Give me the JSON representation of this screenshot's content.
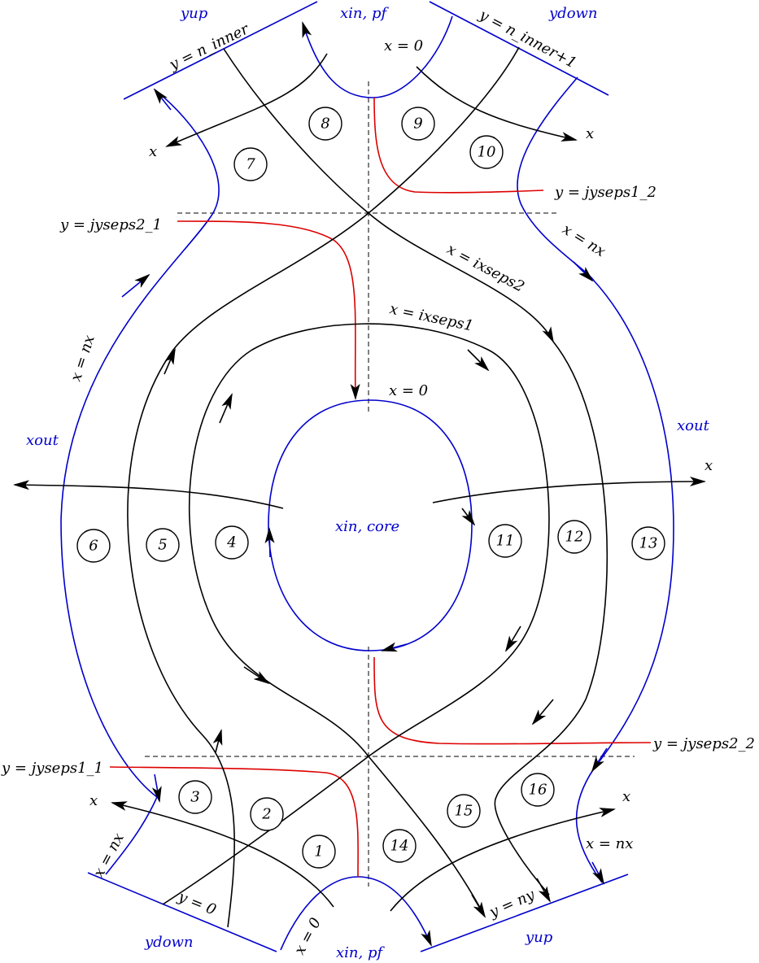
{
  "labels": {
    "yup_top": "yup",
    "xin_pf_top": "xin, pf",
    "ydown_top": "ydown",
    "y_n_inner": "y = n_inner",
    "y_n_inner_plus1": "y = n_inner+1",
    "x0_top": "x = 0",
    "x_top_left": "x",
    "x_top_right": "x",
    "y_jyseps1_2": "y = jyseps1_2",
    "y_jyseps2_1": "y = jyseps2_1",
    "x_nx_right_upper": "x = nx",
    "x_ixseps2": "x = ixseps2",
    "x_ixseps1": "x = ixseps1",
    "x_nx_left": "x = nx",
    "x0_core": "x = 0",
    "xout_left": "xout",
    "xout_right": "xout",
    "x_mid_right": "x",
    "xin_core": "xin, core",
    "y_jyseps2_2": "y = jyseps2_2",
    "y_jyseps1_1": "y = jyseps1_1",
    "x_bottom_left": "x",
    "x_nx_bottom_left": "x = nx",
    "x_bottom_right": "x",
    "x_nx_bottom_right": "x = nx",
    "y0_bottom": "y = 0",
    "x0_bottom": "x = 0",
    "y_ny": "y = ny",
    "ydown_bottom": "ydown",
    "xin_pf_bottom": "xin, pf",
    "yup_bottom": "yup"
  },
  "regions": [
    {
      "id": "1",
      "label": "1"
    },
    {
      "id": "2",
      "label": "2"
    },
    {
      "id": "3",
      "label": "3"
    },
    {
      "id": "4",
      "label": "4"
    },
    {
      "id": "5",
      "label": "5"
    },
    {
      "id": "6",
      "label": "6"
    },
    {
      "id": "7",
      "label": "7"
    },
    {
      "id": "8",
      "label": "8"
    },
    {
      "id": "9",
      "label": "9"
    },
    {
      "id": "10",
      "label": "10"
    },
    {
      "id": "11",
      "label": "11"
    },
    {
      "id": "12",
      "label": "12"
    },
    {
      "id": "13",
      "label": "13"
    },
    {
      "id": "14",
      "label": "14"
    },
    {
      "id": "15",
      "label": "15"
    },
    {
      "id": "16",
      "label": "16"
    }
  ],
  "colors": {
    "boundary": "#0000cc",
    "branch_cut": "#dd0000",
    "line": "#000000"
  }
}
